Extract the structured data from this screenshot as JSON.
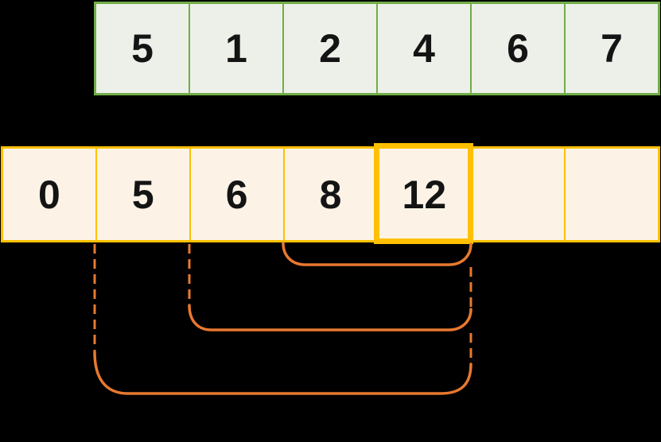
{
  "diagram": {
    "title": "prefix-sum-array-diagram",
    "colors": {
      "background": "#000000",
      "input_array_border": "#70AD47",
      "input_array_fill": "#EDF0E8",
      "prefix_array_border": "#FFC000",
      "prefix_array_fill": "#FCF3E6",
      "highlight_border": "#FFC000",
      "bracket_stroke": "#E8792F",
      "number_text": "#141414"
    },
    "input_array": {
      "cells": [
        "5",
        "1",
        "2",
        "4",
        "6",
        "7"
      ]
    },
    "prefix_array": {
      "cells": [
        "0",
        "5",
        "6",
        "8",
        "12",
        "",
        ""
      ],
      "highlighted_index": 4,
      "highlighted_value": "12"
    },
    "brackets": {
      "count": 3,
      "description": "nested range brackets from prefix cells up to highlighted cell 12",
      "spans": [
        {
          "from_value": "8",
          "to_value": "12"
        },
        {
          "from_value": "6",
          "to_value": "12"
        },
        {
          "from_value": "5",
          "to_value": "12"
        }
      ]
    }
  }
}
